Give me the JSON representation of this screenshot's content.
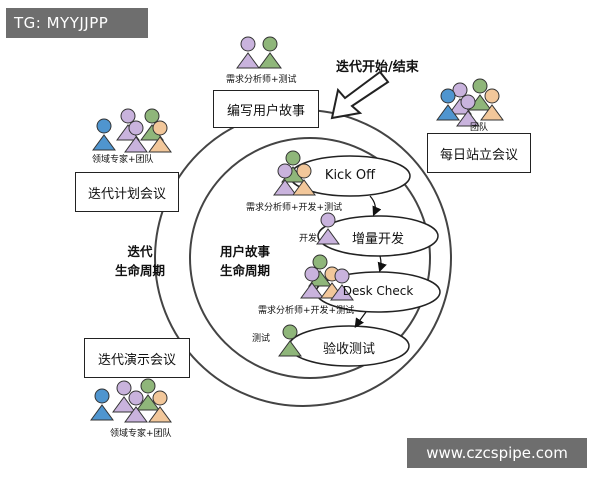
{
  "tag_label": "TG: MYYJJPP",
  "watermark": "www.czcspipe.com",
  "start_end": "迭代开始/结束",
  "outer_boxes": {
    "write_story": "编写用户故事",
    "daily_standup": "每日站立会议",
    "plan_meeting": "迭代计划会议",
    "demo_meeting": "迭代演示会议"
  },
  "cycle_labels": {
    "iteration_line1": "迭代",
    "iteration_line2": "生命周期",
    "story_line1": "用户故事",
    "story_line2": "生命周期"
  },
  "steps": {
    "kickoff": "Kick Off",
    "dev": "增量开发",
    "desk_check": "Desk Check",
    "acceptance": "验收测试"
  },
  "captions": {
    "analyst_tester_top": "需求分析师+测试",
    "team": "团队",
    "domain_team_upper": "领域专家+团队",
    "analyst_dev_tester_1": "需求分析师+开发+测试",
    "developer": "开发",
    "analyst_dev_tester_2": "需求分析师+开发+测试",
    "tester": "测试",
    "domain_team_lower": "领域专家+团队"
  },
  "colors": {
    "person_blue": "#4f95cf",
    "person_purple": "#c9b3dd",
    "person_green": "#8fb67a",
    "person_orange": "#f2c79a",
    "tag_bg": "#6e6e6e"
  }
}
